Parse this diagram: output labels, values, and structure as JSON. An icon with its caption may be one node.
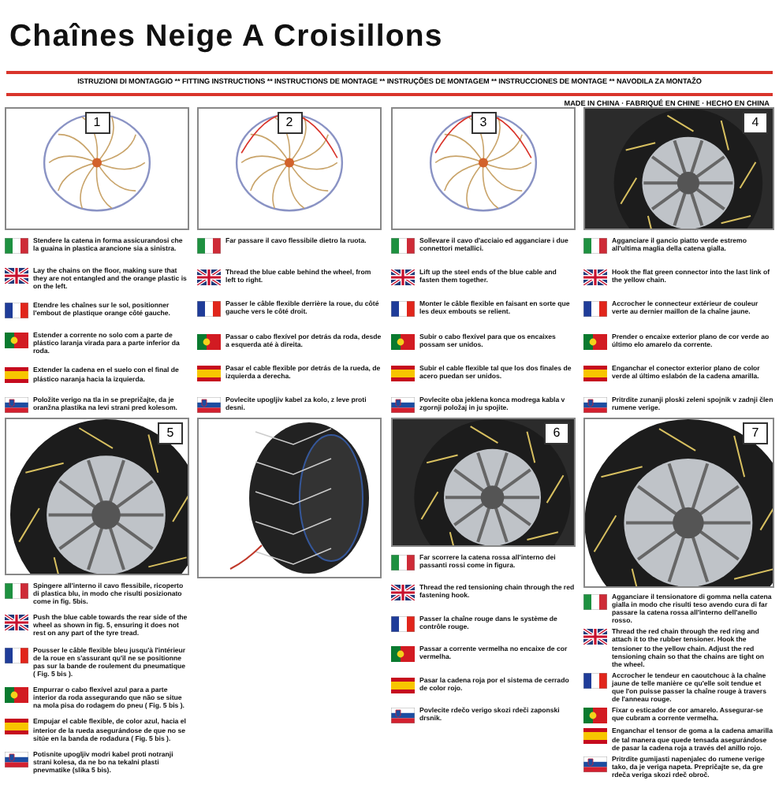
{
  "diagram": {
    "title": "Chaînes Neige A Croisillons",
    "nodes": [
      {
        "text": [
          "1",
          "Stendere la catena in forma assicurandosi che la guaina in plastica arancione sia a sinistra.",
          "Lay the chains on the floor, making sure that they are not entangled and the orange plastic is on the left.",
          "Etendre les chaînes sur le sol, positionner l'embout de plastique orange côté gauche.",
          "Estender a corrente no solo com a parte de plástico laranja virada para a parte inferior da roda.",
          "Extender la cadena en el suelo con el final de plástico naranja hacia la izquierda.",
          "Položite verigo na tla in se prepričajte, da je oranžna plastika na levi strani pred kolesom."
        ]
      },
      {
        "text": [
          "2",
          "Far passare il cavo flessibile dietro la ruota.",
          "Thread the blue cable behind the wheel, from left to right.",
          "Passer le câble flexible derrière la roue, du côté gauche vers le côté droit.",
          "Passar o cabo flexível por detrás da roda, desde a esquerda até à direita.",
          "Pasar el cable flexible por detrás de la rueda, de izquierda a derecha.",
          "Povlecite upogljiv kabel za kolo, z leve proti desni."
        ]
      },
      {
        "text": [
          "3",
          "Sollevare il cavo d'acciaio ed agganciare i due connettori metallici.",
          "Lift up the steel ends of the blue cable and fasten them together.",
          "Monter le câble flexible en faisant en sorte que les deux embouts se relient.",
          "Subir o cabo flexível para que os encaixes possam ser unidos.",
          "Subir el cable flexible tal que los dos finales de acero puedan ser unidos.",
          "Povlecite oba jeklena konca modrega kabla v zgornji položaj in ju spojite."
        ]
      },
      {
        "text": [
          "4",
          "Agganciare il gancio piatto verde estremo all'ultima maglia della catena gialla.",
          "Hook the flat green connector into the last link of the yellow chain.",
          "Accrocher le connecteur extérieur de couleur verte au dernier maillon de la chaîne jaune.",
          "Prender o encaixe exterior plano de cor verde ao último elo amarelo da corrente.",
          "Enganchar el conector exterior plano de color verde al último eslabón de la cadena amarilla.",
          "Pritrdite zunanji ploski zeleni spojnik v zadnji člen rumene verige."
        ]
      },
      {
        "text": [
          "5",
          "Spingere all'interno il cavo flessibile, ricoperto di plastica blu, in modo che risulti posizionato come in fig. 5bis.",
          "Push the blue cable towards the rear side of the wheel as shown in fig. 5, ensuring it does not rest on any part of the tyre tread.",
          "Pousser le câble flexible bleu jusqu'à l'intérieur de la roue en s'assurant qu'il ne se positionne pas sur la bande de roulement du pneumatique ( Fig. 5 bis ).",
          "Empurrar o cabo flexível azul para a parte interior da roda assegurando que não se situe na mola pisa do rodagem do pneu ( Fig. 5 bis ).",
          "Empujar el cable flexible, de color azul, hacia el interior de la rueda asegurándose de que no se sitúe en la banda de rodadura ( Fig. 5 bis ).",
          "Potisnite upogljiv modri kabel proti notranji strani kolesa, da ne bo na tekalni plasti pnevmatike (slika 5 bis)."
        ]
      },
      {
        "text": [
          "6",
          "Far scorrere la catena rossa all'interno dei passanti rossi come in figura.",
          "Thread the red tensioning chain through the red fastening hook.",
          "Passer la chaîne rouge dans le système de contrôle rouge.",
          "Passar a corrente vermelha no encaixe de cor vermelha.",
          "Pasar la cadena roja por el sistema de cerrado de color rojo.",
          "Povlecite rdečo verigo skozi rdeči zaponski drsnik."
        ]
      },
      {
        "text": [
          "7",
          "Agganciare il tensionatore di gomma nella catena gialla in modo che risulti teso avendo cura di far passare la catena rossa all'interno dell'anello rosso.",
          "Thread the red chain through the red ring and attach it to the rubber tensioner. Hook the tensioner to the yellow chain. Adjust the red tensioning chain so that the chains are tight on the wheel.",
          "Accrocher le tendeur en caoutchouc à la chaîne jaune de telle manière ce qu'elle soit tendue et que l'on puisse passer la chaîne rouge à travers de l'anneau rouge.",
          "Fixar o esticador de cor amarelo. Assegurar-se que cubram a corrente vermelha.",
          "Enganchar el tensor de goma a la cadena amarilla de tal manera que quede tensada asegurándose de pasar la cadena roja a través del anillo rojo.",
          "Pritrdite gumijasti napenjalec do rumene verige tako, da je veriga napeta. Prepričajte se, da gre rdeča veriga skozi rdeč obroč."
        ]
      }
    ],
    "labels": [
      "ISTRUZIONI DI MONTAGGIO ** FITTING INSTRUCTIONS ** INSTRUCTIONS DE MONTAGE ** INSTRUÇÕES DE MONTAGEM ** INSTRUCCIONES DE MONTAGE ** NAVODILA ZA MONTAŽO",
      "MADE IN CHINA · FABRIQUÉ EN CHINE · HECHO EN CHINA"
    ]
  }
}
